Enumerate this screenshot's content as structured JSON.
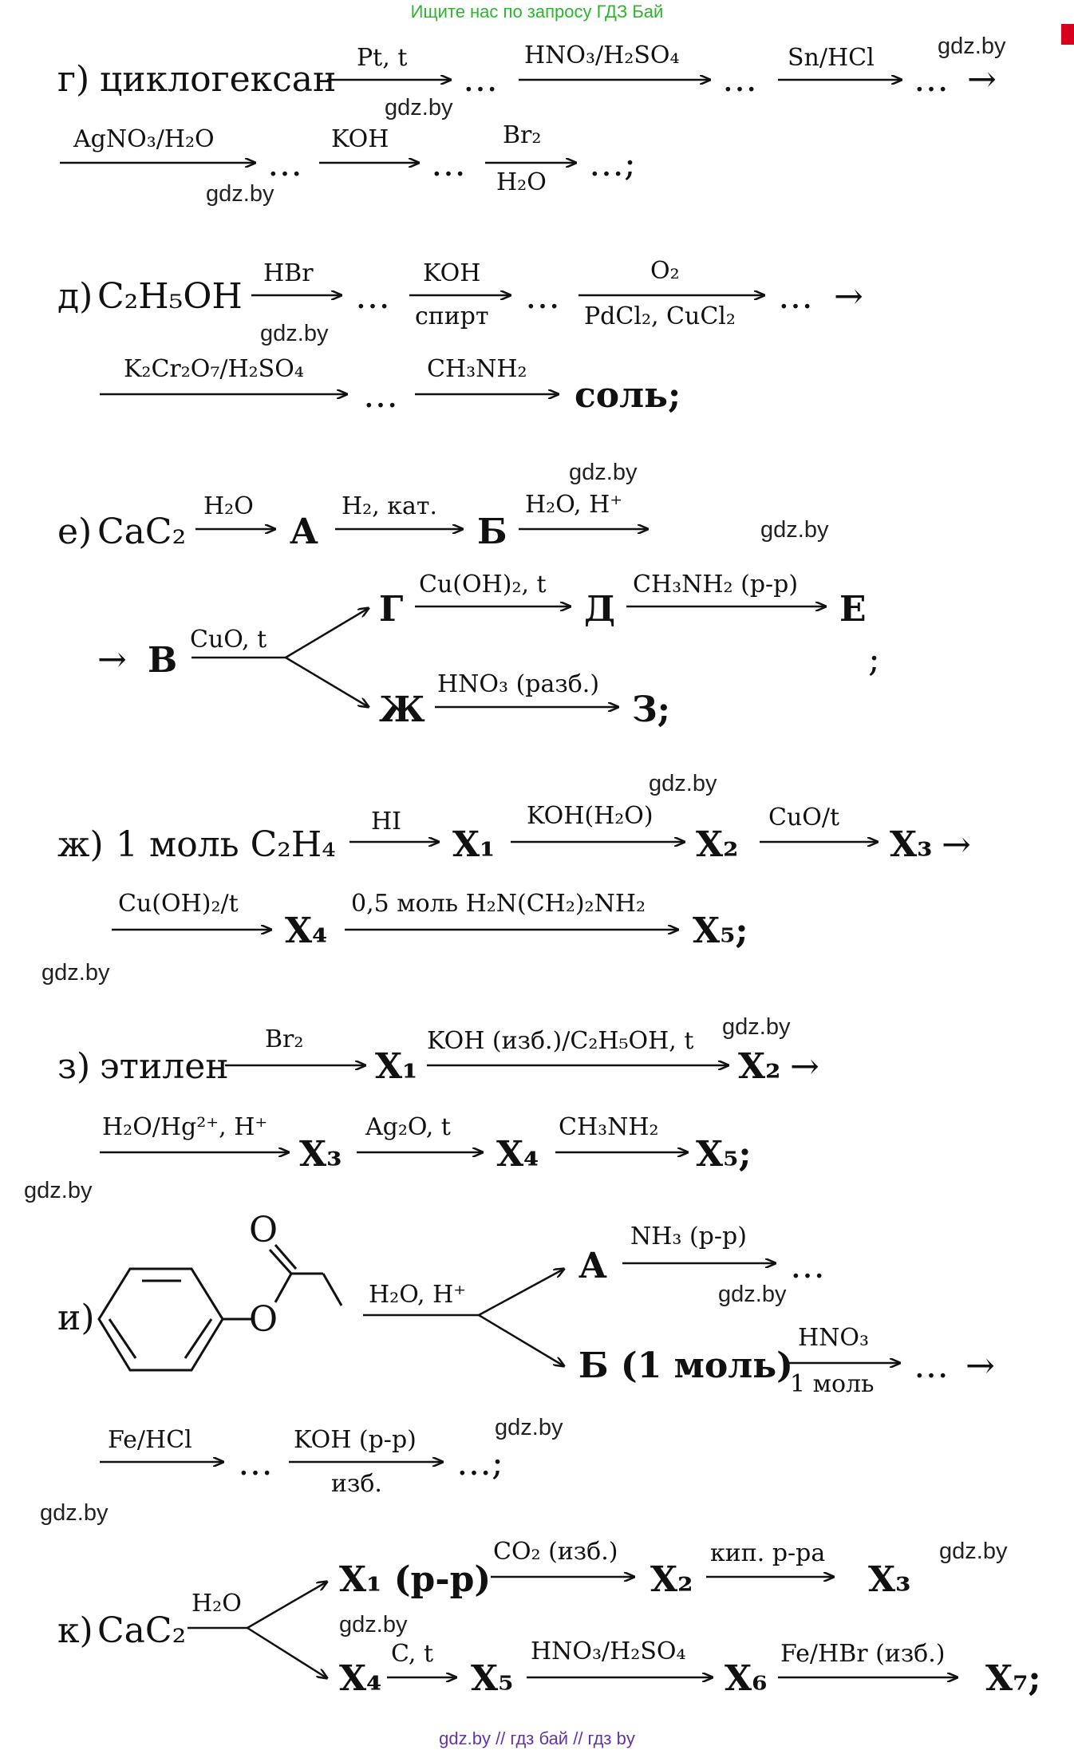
{
  "header": "Ищите нас по запросу ГДЗ Бай",
  "footer": "gdz.by // гдз бай // гдз by",
  "watermark": "gdz.by",
  "ellipsis": "…",
  "arrow": "→",
  "semicolon": ";",
  "g": {
    "label": "г)",
    "start": "циклогексан",
    "r1": "Pt, t",
    "r2": "HNO₃/H₂SO₄",
    "r3": "Sn/HCl",
    "r4": "AgNO₃/H₂O",
    "r5": "KOH",
    "r6a": "Br₂",
    "r6b": "H₂O",
    "end": "…;"
  },
  "d": {
    "label": "д)",
    "start": "C₂H₅OH",
    "r1": "HBr",
    "r2a": "KOH",
    "r2b": "спирт",
    "r3a": "O₂",
    "r3b": "PdCl₂, CuCl₂",
    "r4": "K₂Cr₂O₇/H₂SO₄",
    "r5": "CH₃NH₂",
    "end": "соль;"
  },
  "e": {
    "label": "е)",
    "start": "CaC₂",
    "r1": "H₂O",
    "A": "А",
    "r2": "H₂, кат.",
    "B": "Б",
    "r3": "H₂O, H⁺",
    "V": "В",
    "r4": "CuO, t",
    "G": "Г",
    "r5": "Cu(OH)₂, t",
    "D": "Д",
    "r6": "CH₃NH₂ (р-р)",
    "E": "Е",
    "Zh": "Ж",
    "r7": "HNO₃ (разб.)",
    "Z": "З;"
  },
  "zh": {
    "label": "ж)",
    "start": "1 моль C₂H₄",
    "r1": "HI",
    "X1": "X₁",
    "r2": "KOH(H₂O)",
    "X2": "X₂",
    "r3": "CuO/t",
    "X3": "X₃",
    "r4": "Cu(OH)₂/t",
    "X4": "X₄",
    "r5": "0,5 моль H₂N(CH₂)₂NH₂",
    "X5": "X₅;"
  },
  "z": {
    "label": "з)",
    "start": "этилен",
    "r1": "Br₂",
    "X1": "X₁",
    "r2": "KOH (изб.)/C₂H₅OH, t",
    "X2": "X₂",
    "r3": "H₂O/Hg²⁺, H⁺",
    "X3": "X₃",
    "r4": "Ag₂O, t",
    "X4": "X₄",
    "r5": "CH₃NH₂",
    "X5": "X₅;"
  },
  "i": {
    "label": "и)",
    "atom_O1": "O",
    "atom_O2": "O",
    "r1": "H₂O, H⁺",
    "A": "А",
    "r2": "NH₃ (р-р)",
    "B": "Б (1 моль)",
    "r3a": "HNO₃",
    "r3b": "1 моль",
    "r4": "Fe/HCl",
    "r5a": "KOH (р-р)",
    "r5b": "изб.",
    "end": "…;"
  },
  "k": {
    "label": "к)",
    "start": "CaC₂",
    "r1": "H₂O",
    "X1": "X₁ (р-р)",
    "r2": "CO₂ (изб.)",
    "X2": "X₂",
    "r3": "кип. р-ра",
    "X3": "X₃",
    "X4": "X₄",
    "r4": "C, t",
    "X5": "X₅",
    "r5": "HNO₃/H₂SO₄",
    "X6": "X₆",
    "r6": "Fe/HBr (изб.)",
    "X7": "X₇;"
  }
}
